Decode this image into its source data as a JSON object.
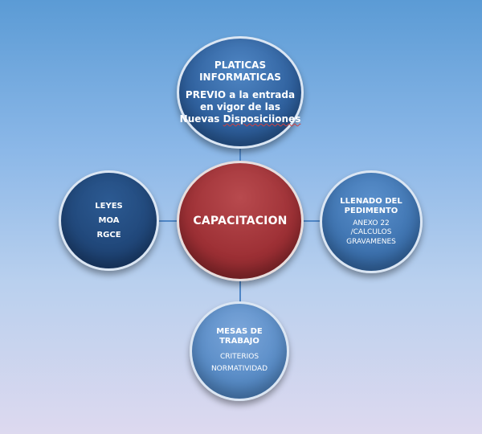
{
  "diagram": {
    "center": {
      "label": "CAPACITACION"
    },
    "top": {
      "title_line1": "PLATICAS",
      "title_line2": "INFORMATICAS",
      "text_line1": "PREVIO a la entrada",
      "text_line2": "en vigor de las",
      "text_line3": "Nuevas ",
      "text_line3_underlined": "Disposiciiones"
    },
    "left": {
      "items": [
        "LEYES",
        "MOA",
        "RGCE"
      ]
    },
    "right": {
      "title_line1": "LLENADO DEL",
      "title_line2": "PEDIMENTO",
      "text_line1": "ANEXO 22",
      "text_line2": "/CALCULOS",
      "text_line3": "GRAVAMENES"
    },
    "bottom": {
      "title_line1": "MESAS DE",
      "title_line2": "TRABAJO",
      "text_line1": "CRITERIOS",
      "text_line2": "NORMATIVIDAD"
    }
  },
  "colors": {
    "center": "#9c2f34",
    "top": "#2e5f9c",
    "left": "#1f4577",
    "right": "#3b70ad",
    "bottom": "#5589c4",
    "connector": "#4f86c6"
  }
}
